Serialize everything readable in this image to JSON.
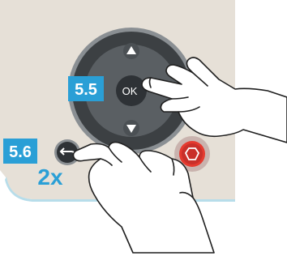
{
  "illustration": {
    "ok_label": "OK",
    "step_ok": "5.5",
    "step_back": "5.6",
    "back_repeat": "2x"
  },
  "colors": {
    "panel": "#e6e0d7",
    "panel_edge": "#b7ddea",
    "dpad_ring": "#3c4043",
    "dpad_inner": "#5a5f63",
    "dpad_ring_rim": "#8a8f93",
    "ok_button": "#2e3236",
    "step_badge": "#2a9fd6",
    "step_badge_text": "#ffffff",
    "back_repeat_text": "#2a9fd6",
    "stop_button": "#e53a2f",
    "stop_bezel": "#c9b3ae",
    "hand_fill": "#ffffff",
    "hand_outline": "#1f1f1f"
  },
  "icons": {
    "up_arrow": "triangle-up-icon",
    "down_arrow": "triangle-down-icon",
    "back": "back-arrow-icon",
    "stop": "stop-icon"
  }
}
